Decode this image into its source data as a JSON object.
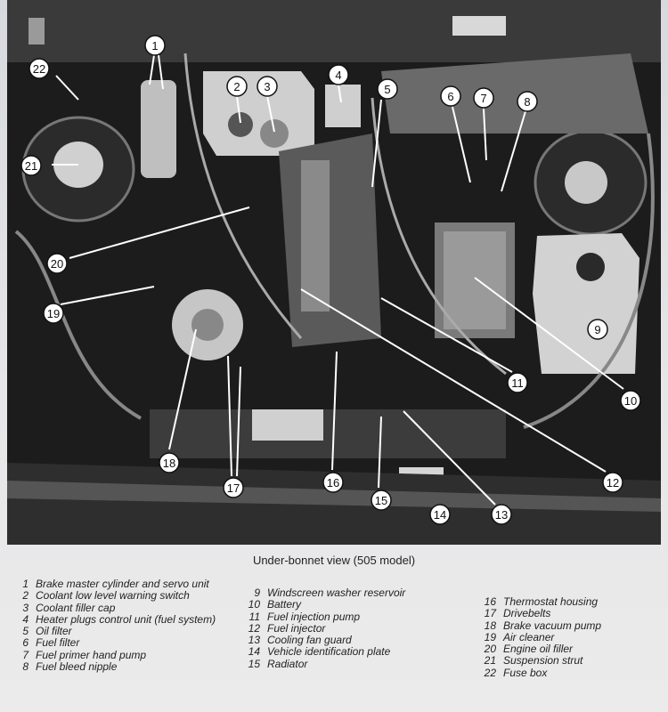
{
  "caption": "Under-bonnet view (505 model)",
  "callouts": [
    "1",
    "2",
    "3",
    "4",
    "5",
    "6",
    "7",
    "8",
    "9",
    "10",
    "11",
    "12",
    "13",
    "14",
    "15",
    "16",
    "17",
    "18",
    "19",
    "20",
    "21",
    "22"
  ],
  "legend": {
    "col1": [
      {
        "n": "1",
        "t": "Brake master cylinder and servo unit"
      },
      {
        "n": "2",
        "t": "Coolant low level warning switch"
      },
      {
        "n": "3",
        "t": "Coolant filler cap"
      },
      {
        "n": "4",
        "t": "Heater plugs control unit (fuel system)"
      },
      {
        "n": "5",
        "t": "Oil filter"
      },
      {
        "n": "6",
        "t": "Fuel filter"
      },
      {
        "n": "7",
        "t": "Fuel primer hand pump"
      },
      {
        "n": "8",
        "t": "Fuel bleed nipple"
      }
    ],
    "col2": [
      {
        "n": "9",
        "t": "Windscreen washer reservoir"
      },
      {
        "n": "10",
        "t": "Battery"
      },
      {
        "n": "11",
        "t": "Fuel injection pump"
      },
      {
        "n": "12",
        "t": "Fuel injector"
      },
      {
        "n": "13",
        "t": "Cooling fan guard"
      },
      {
        "n": "14",
        "t": "Vehicle identification plate"
      },
      {
        "n": "15",
        "t": "Radiator"
      }
    ],
    "col3": [
      {
        "n": "16",
        "t": "Thermostat housing"
      },
      {
        "n": "17",
        "t": "Drivebelts"
      },
      {
        "n": "18",
        "t": "Brake vacuum pump"
      },
      {
        "n": "19",
        "t": "Air cleaner"
      },
      {
        "n": "20",
        "t": "Engine oil filler"
      },
      {
        "n": "21",
        "t": "Suspension strut"
      },
      {
        "n": "22",
        "t": "Fuse box"
      }
    ]
  }
}
